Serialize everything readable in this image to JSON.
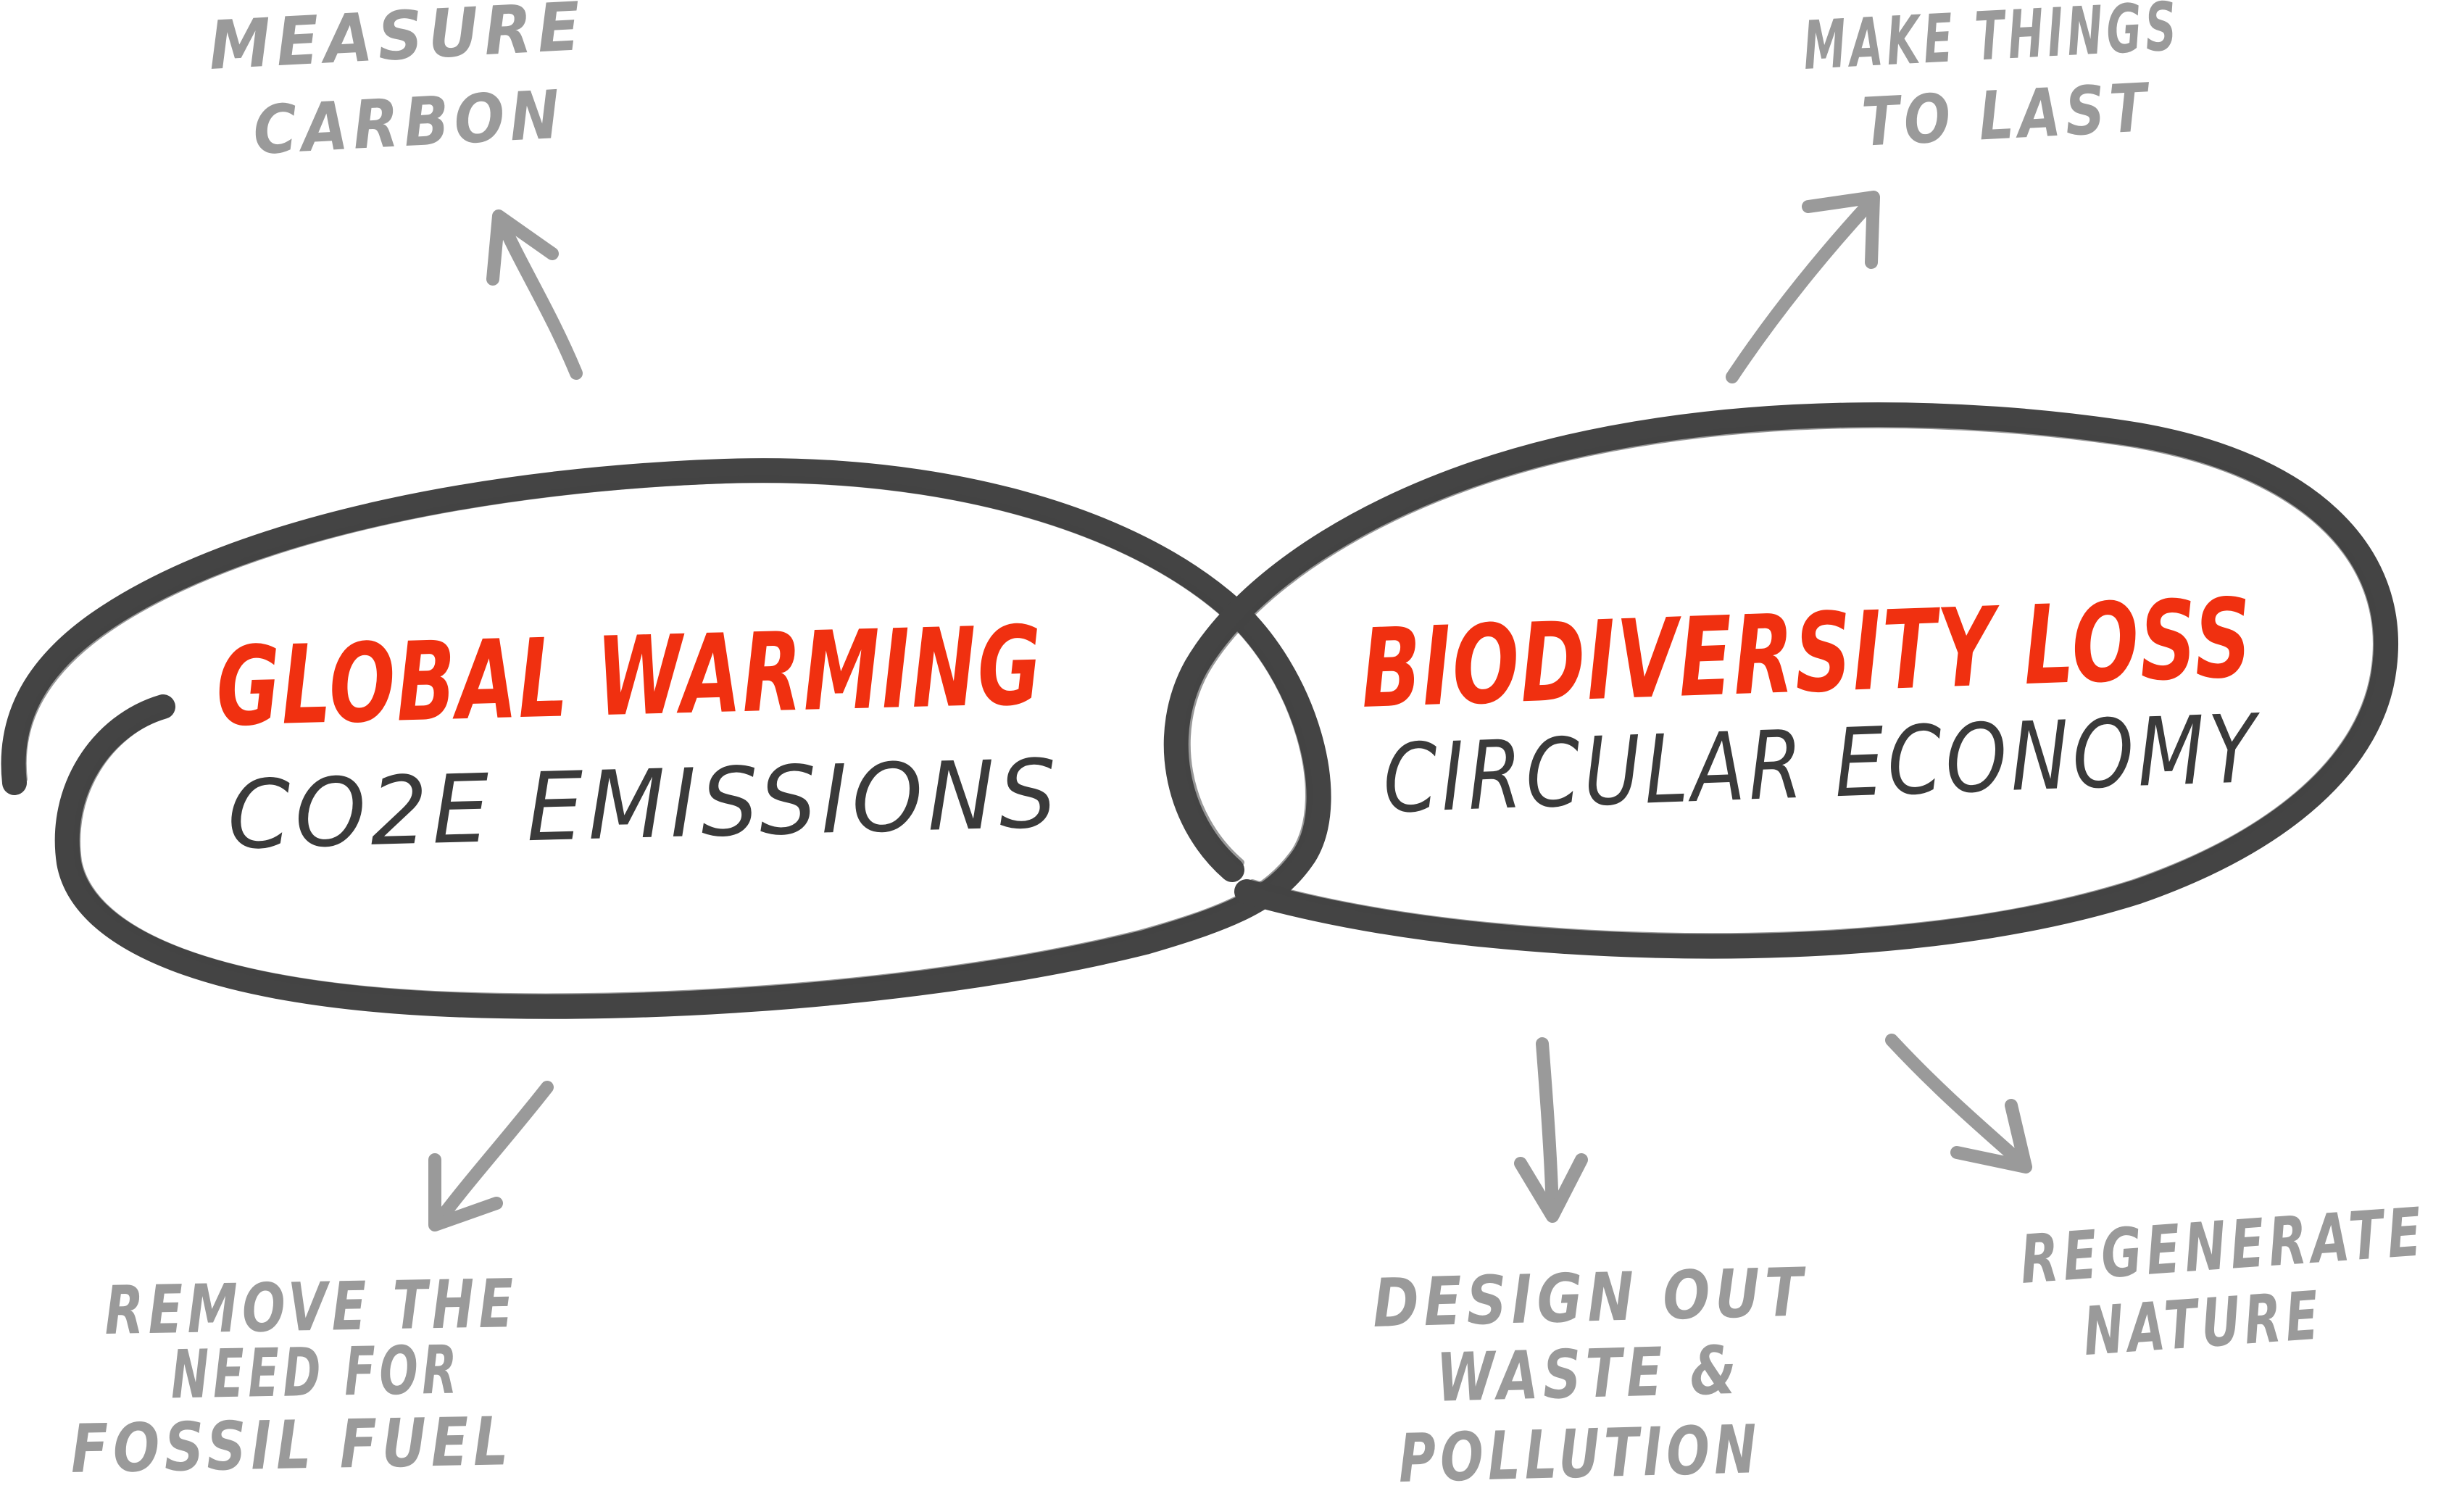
{
  "colors": {
    "loop": "#444444",
    "accent": "#f03010",
    "dark_text": "#3a3a3a",
    "note": "#9a9a9a"
  },
  "left_loop": {
    "title": "GLOBAL WARMING",
    "subtitle": "CO2E EMISSIONS"
  },
  "right_loop": {
    "title": "BIODIVERSITY LOSS",
    "subtitle": "CIRCULAR ECONOMY"
  },
  "notes": {
    "measure_carbon": [
      "MEASURE",
      "CARBON"
    ],
    "make_things_last": [
      "MAKE THINGS",
      "TO LAST"
    ],
    "remove_fossil": [
      "REMOVE THE",
      "NEED FOR",
      "FOSSIL FUEL"
    ],
    "design_out_waste": [
      "DESIGN OUT",
      "WASTE &",
      "POLLUTION"
    ],
    "regenerate_nature": [
      "REGENERATE",
      "NATURE"
    ]
  }
}
